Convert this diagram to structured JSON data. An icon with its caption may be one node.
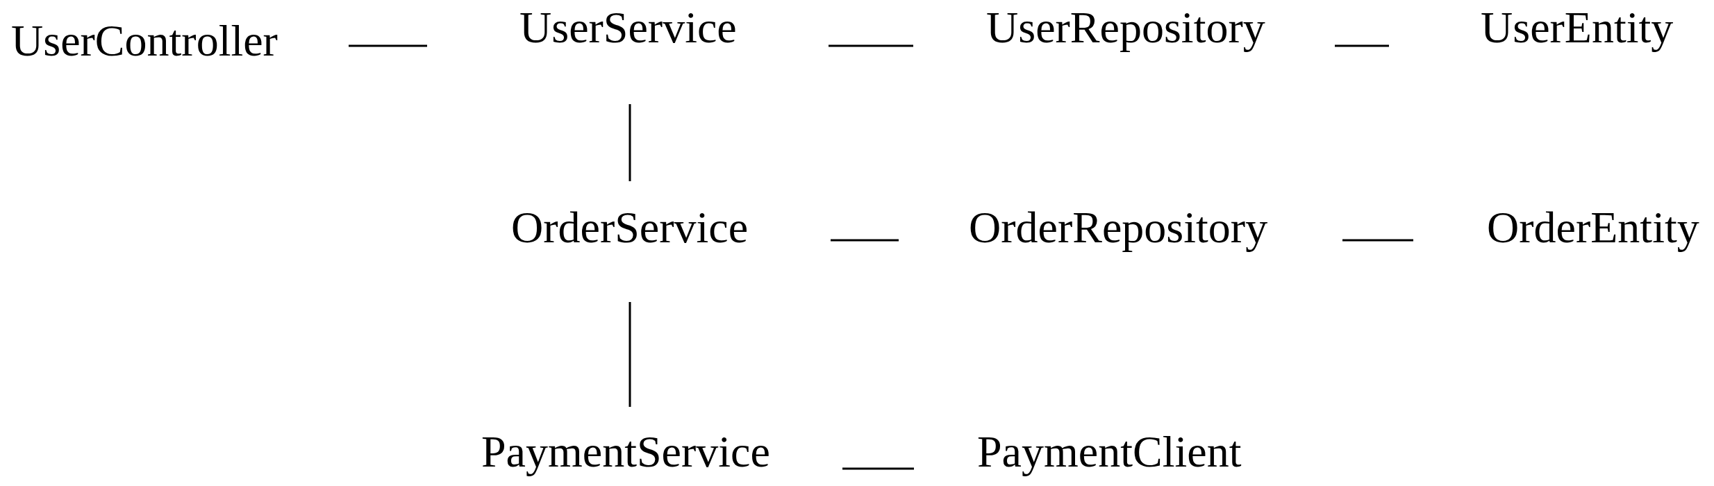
{
  "diagram": {
    "nodes": [
      {
        "text": [
          "UserController"
        ]
      },
      {
        "text": [
          "UserService"
        ]
      },
      {
        "text": [
          "UserRepository"
        ]
      },
      {
        "text": [
          "UserEntity"
        ]
      },
      {
        "text": [
          "OrderService"
        ]
      },
      {
        "text": [
          "OrderRepository"
        ]
      },
      {
        "text": [
          "OrderEntity"
        ]
      },
      {
        "text": [
          "PaymentService"
        ]
      },
      {
        "text": [
          "PaymentClient"
        ]
      }
    ],
    "edges": [
      {
        "from": 0,
        "to": 1,
        "arrow": "none"
      },
      {
        "from": 1,
        "to": 2,
        "arrow": "none"
      },
      {
        "from": 2,
        "to": 3,
        "arrow": "none"
      },
      {
        "from": 1,
        "to": 4,
        "arrow": "none"
      },
      {
        "from": 4,
        "to": 5,
        "arrow": "none"
      },
      {
        "from": 5,
        "to": 6,
        "arrow": "none"
      },
      {
        "from": 4,
        "to": 7,
        "arrow": "none"
      },
      {
        "from": 7,
        "to": 8,
        "arrow": "none"
      }
    ]
  }
}
